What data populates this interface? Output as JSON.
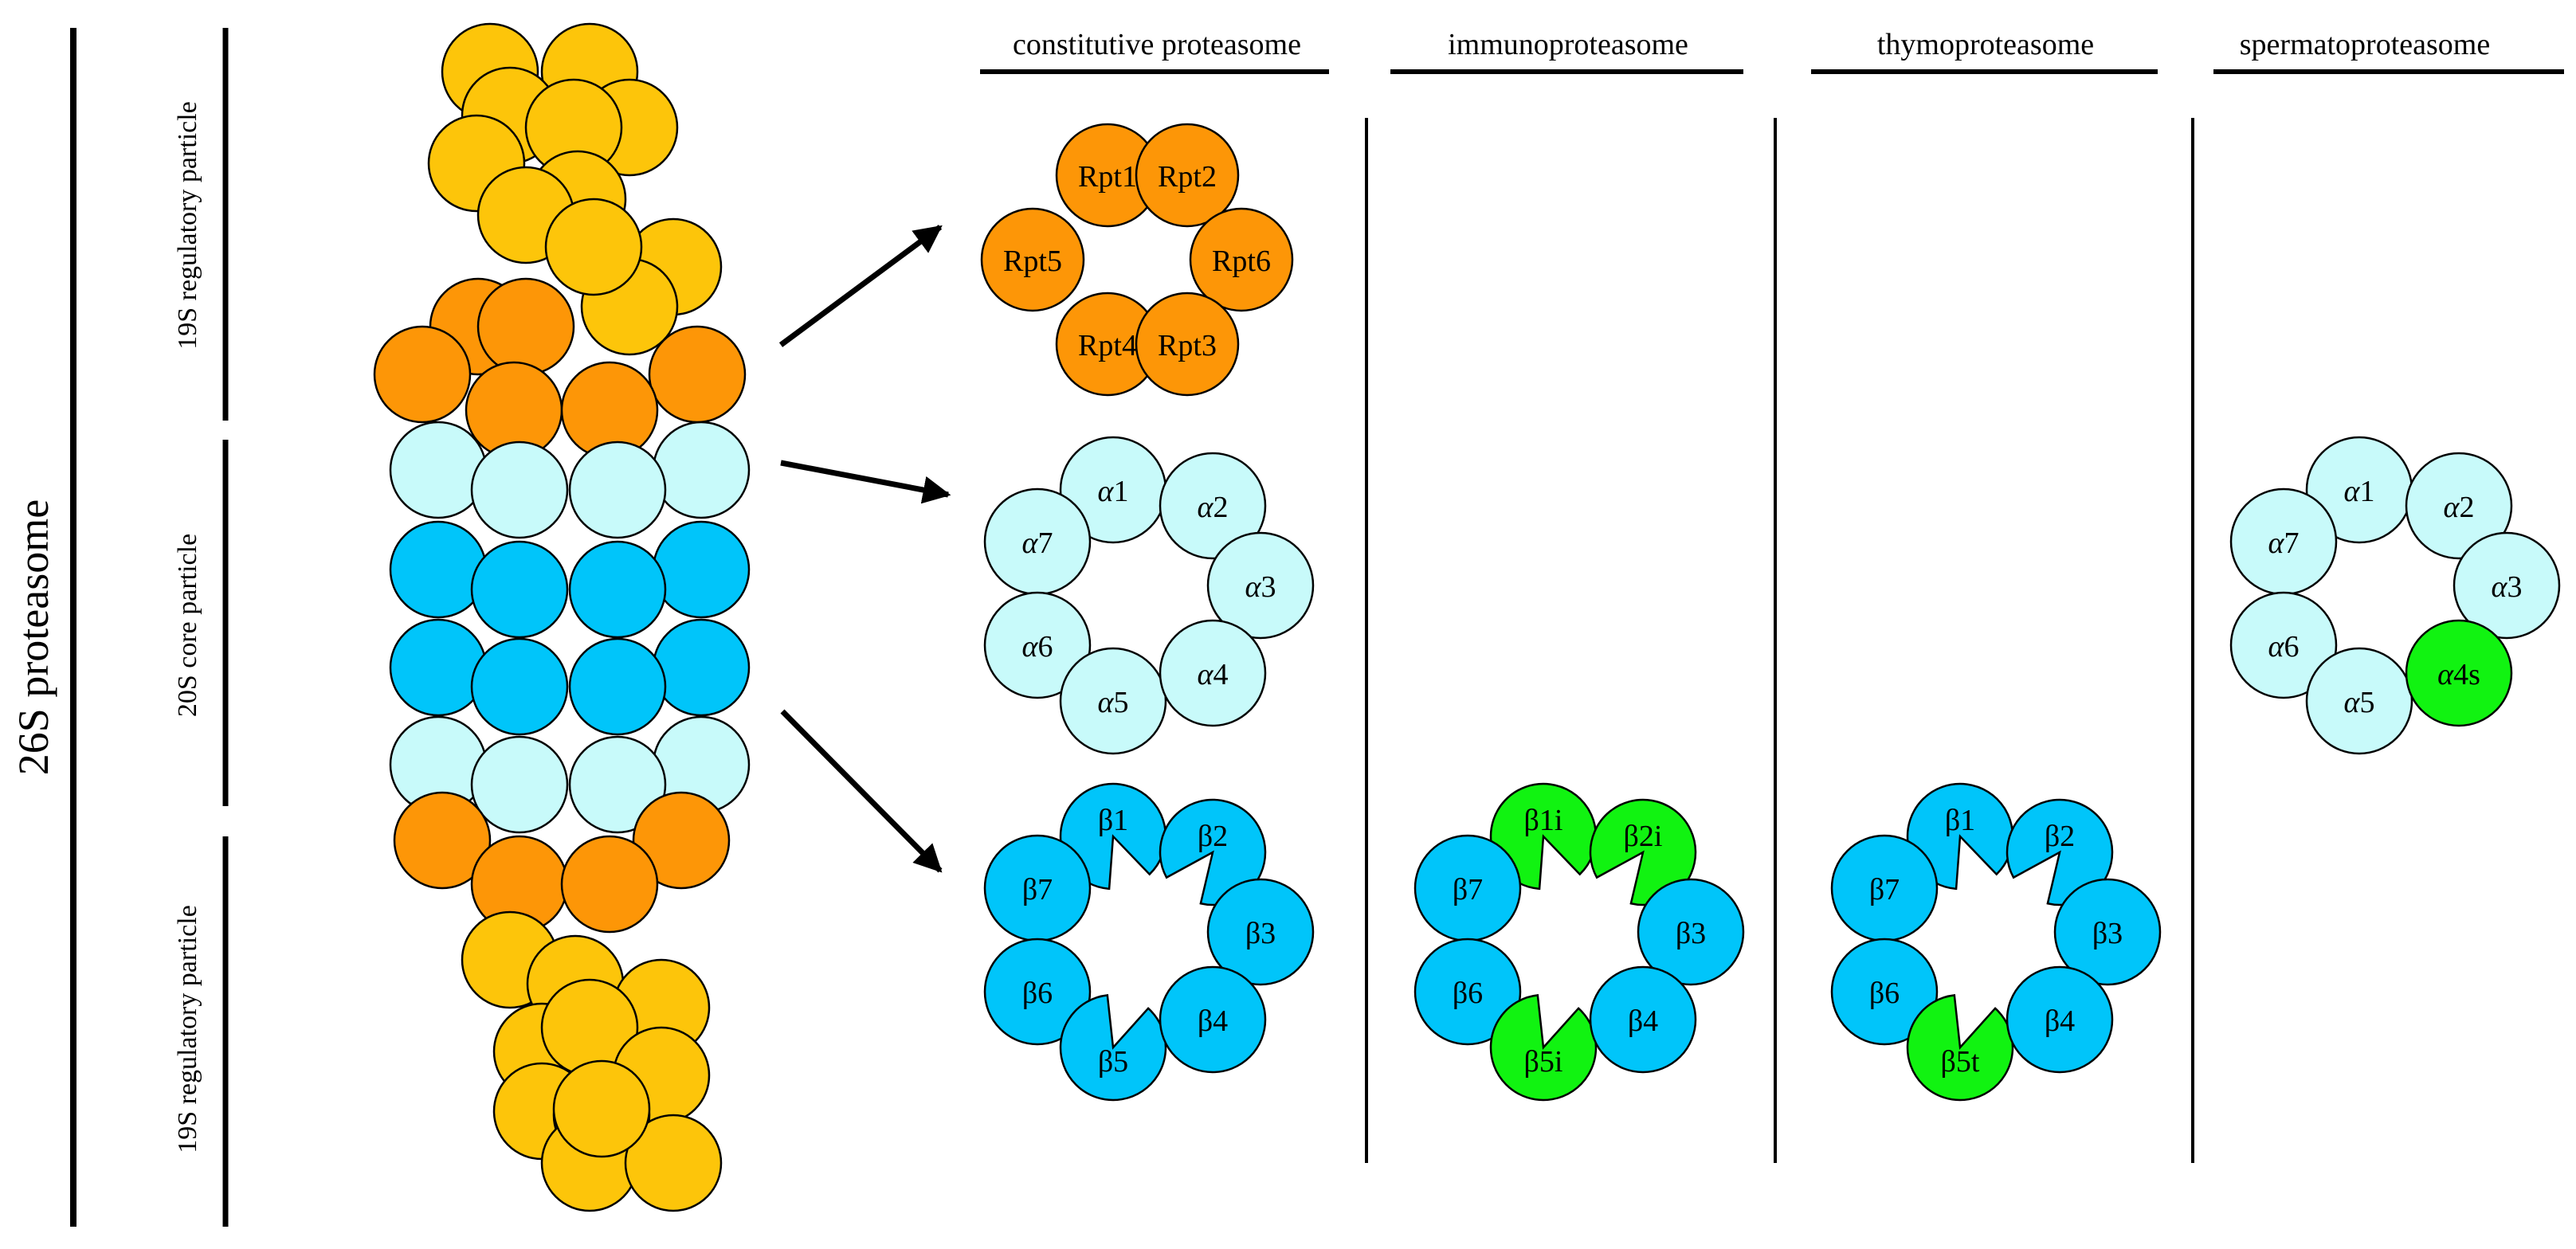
{
  "labels": {
    "main": "26S proteasome",
    "rp_top": "19S regulatory particle",
    "cp": "20S core particle",
    "rp_bottom": "19S regulatory particle"
  },
  "headers": [
    "constitutive proteasome",
    "immunoproteasome",
    "thymoproteasome",
    "spermatoproteasome"
  ],
  "colors": {
    "rp_lid": "#FDC50A",
    "rp_base": "#FD9607",
    "alpha": "#C8FAFA",
    "beta": "#00C5FA",
    "specific": "#11F311",
    "outline": "#000000"
  },
  "rpt_ring": {
    "left": [
      "Rpt1",
      "Rpt5",
      "Rpt4"
    ],
    "right": [
      "Rpt2",
      "Rpt6",
      "Rpt3"
    ]
  },
  "alpha_rings": {
    "constitutive": {
      "left": [
        {
          "g": "α",
          "n": "1"
        },
        {
          "g": "α",
          "n": "7"
        },
        {
          "g": "α",
          "n": "6"
        },
        {
          "g": "α",
          "n": "5"
        }
      ],
      "right": [
        {
          "g": "α",
          "n": "2"
        },
        {
          "g": "α",
          "n": "3"
        },
        {
          "g": "α",
          "n": "4"
        }
      ]
    },
    "spermato": {
      "left": [
        {
          "g": "α",
          "n": "1"
        },
        {
          "g": "α",
          "n": "7"
        },
        {
          "g": "α",
          "n": "6"
        },
        {
          "g": "α",
          "n": "5"
        }
      ],
      "right": [
        {
          "g": "α",
          "n": "2"
        },
        {
          "g": "α",
          "n": "3"
        },
        {
          "g": "α",
          "n": "4s",
          "special": true
        }
      ]
    }
  },
  "beta_rings": {
    "constitutive": {
      "left": [
        {
          "label": "β1"
        },
        {
          "label": "β7"
        },
        {
          "label": "β6"
        },
        {
          "label": "β5"
        }
      ],
      "right": [
        {
          "label": "β2"
        },
        {
          "label": "β3"
        },
        {
          "label": "β4"
        }
      ]
    },
    "immuno": {
      "left": [
        {
          "label": "β1i",
          "special": true
        },
        {
          "label": "β7"
        },
        {
          "label": "β6"
        },
        {
          "label": "β5i",
          "special": true
        }
      ],
      "right": [
        {
          "label": "β2i",
          "special": true
        },
        {
          "label": "β3"
        },
        {
          "label": "β4"
        }
      ]
    },
    "thymo": {
      "left": [
        {
          "label": "β1"
        },
        {
          "label": "β7"
        },
        {
          "label": "β6"
        },
        {
          "label": "β5t",
          "special": true
        }
      ],
      "right": [
        {
          "label": "β2"
        },
        {
          "label": "β3"
        },
        {
          "label": "β4"
        }
      ]
    }
  }
}
